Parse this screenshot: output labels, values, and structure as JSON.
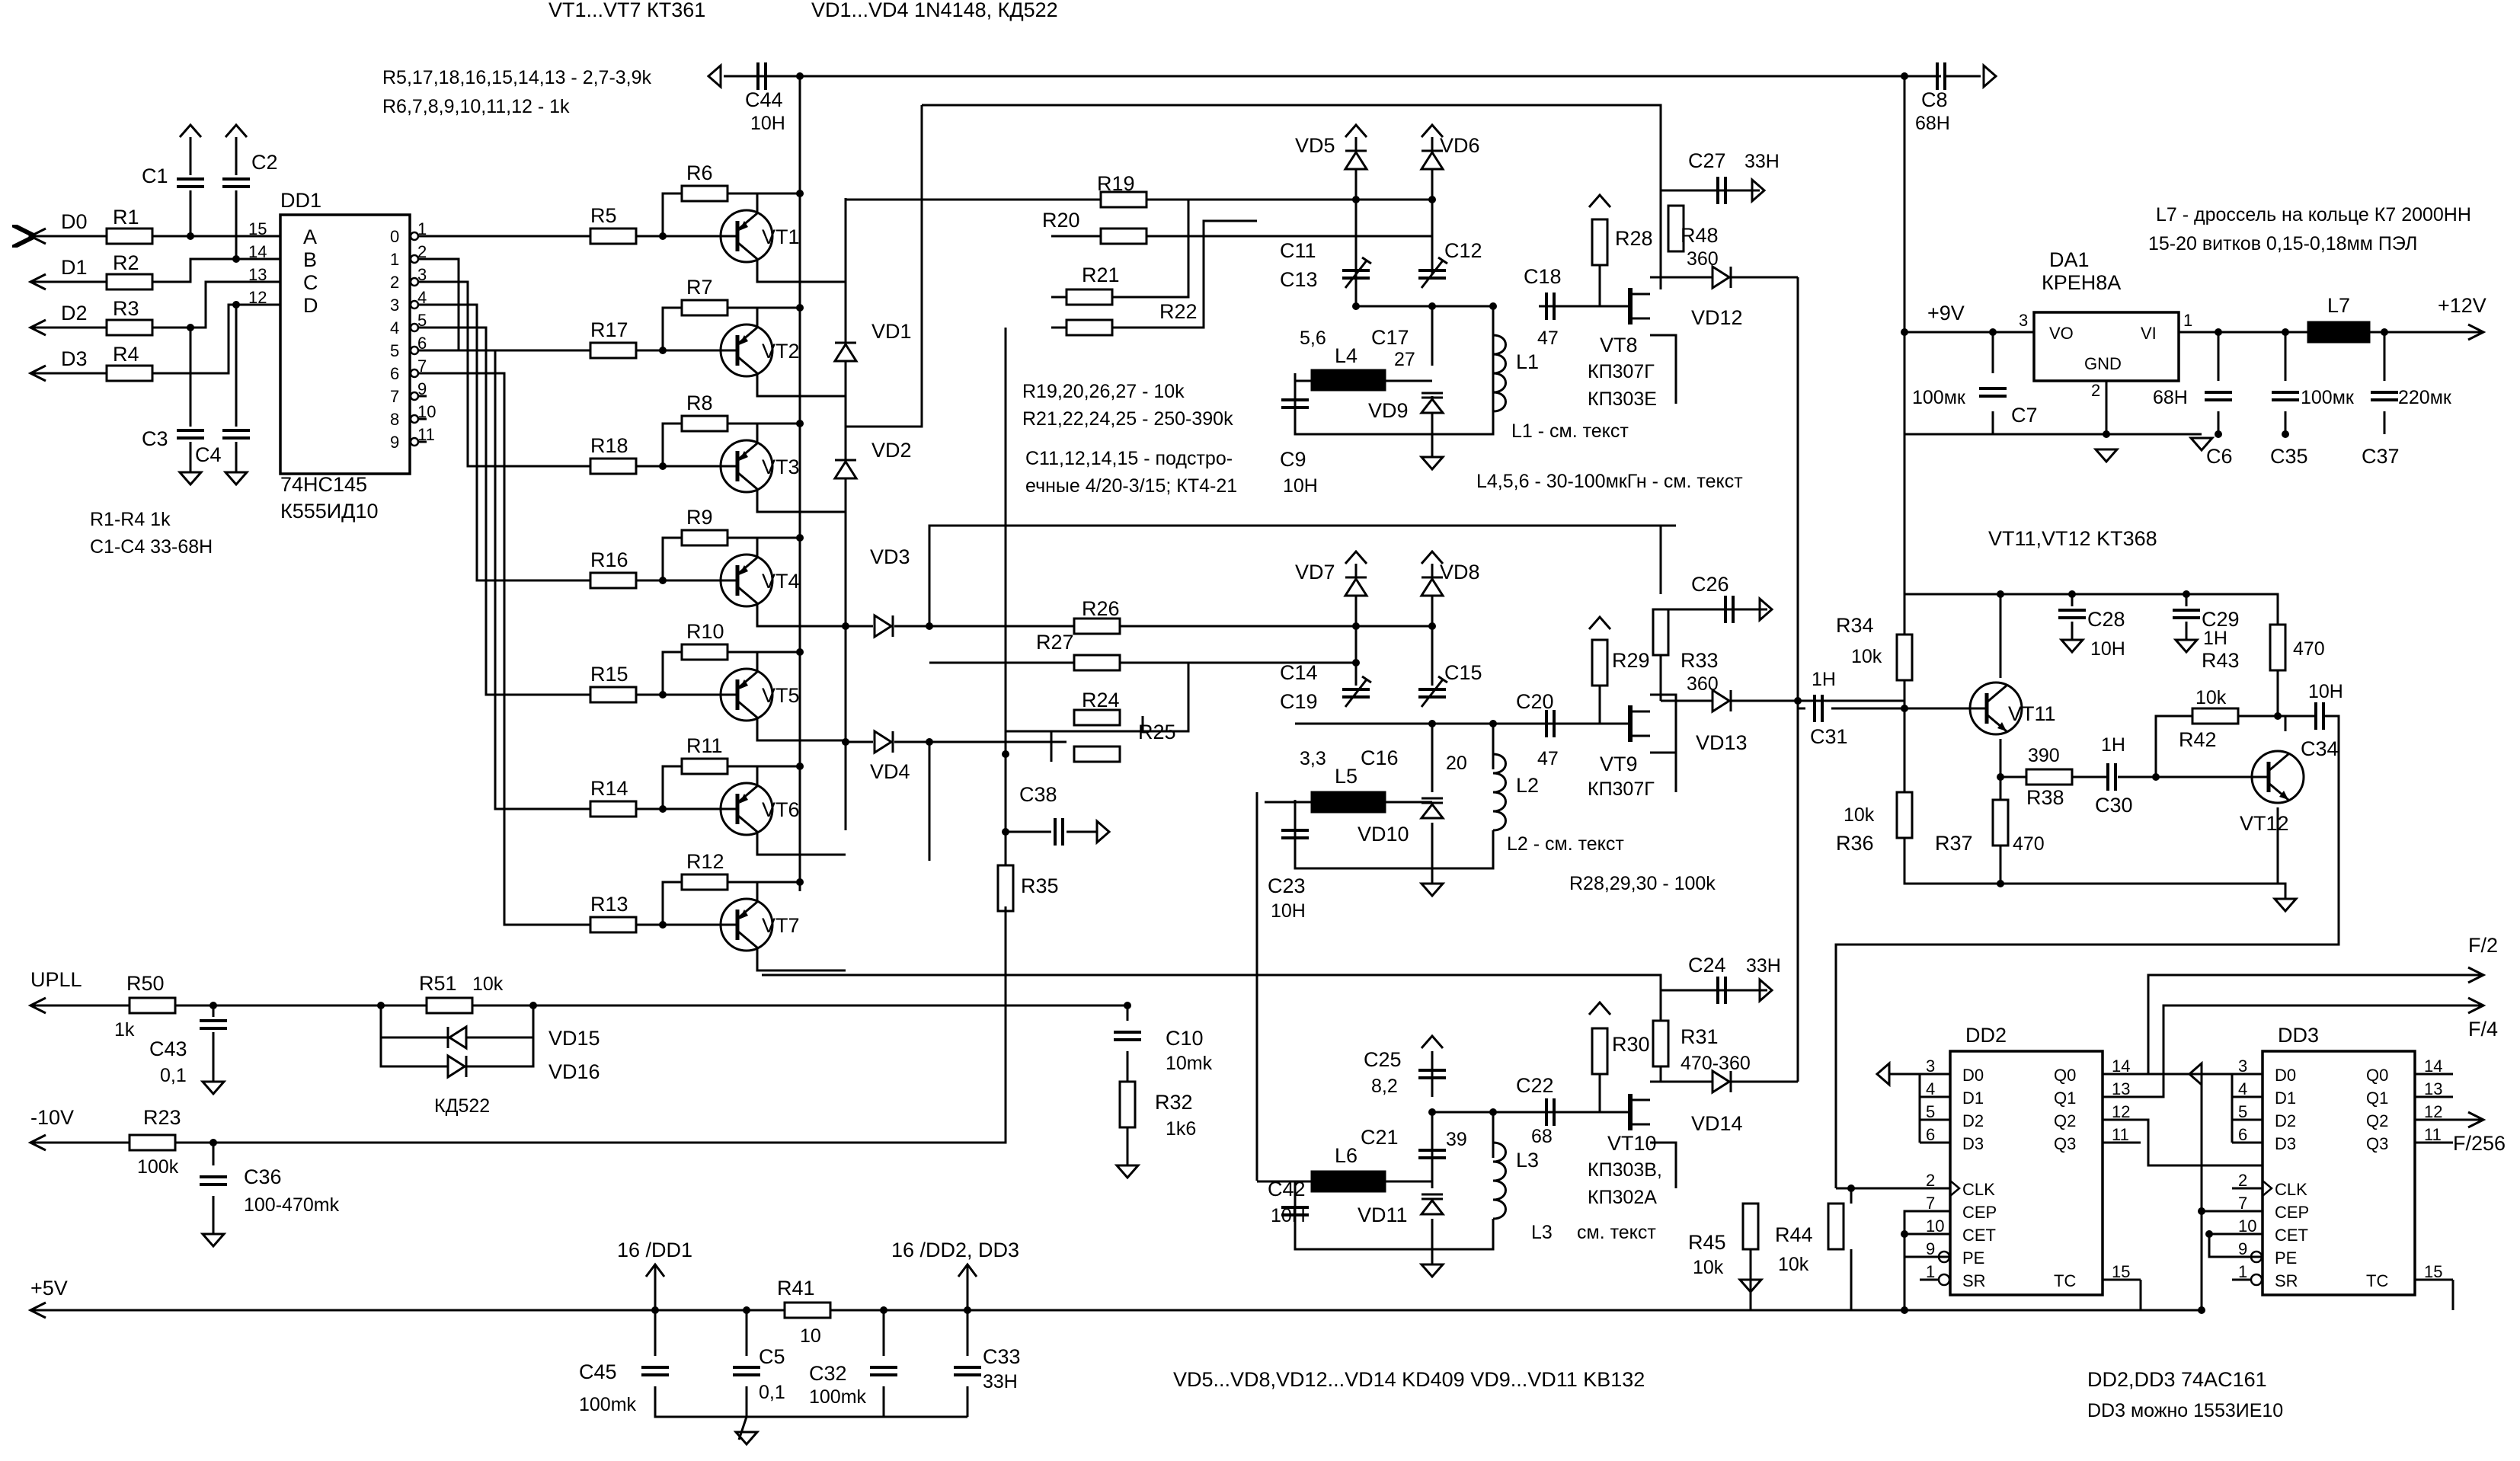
{
  "header": {
    "transistors": "VT1...VT7  КТ361",
    "diodes": "VD1...VD4  1N4148, КД522",
    "res_a": "R5,17,18,16,15,14,13 - 2,7-3,9k",
    "res_b": "R6,7,8,9,10,11,12 - 1k"
  },
  "dd1": {
    "name": "DD1",
    "inputs": [
      "A",
      "B",
      "C",
      "D"
    ],
    "in_pins": [
      "15",
      "14",
      "13",
      "12"
    ],
    "outputs": [
      "0",
      "1",
      "2",
      "3",
      "4",
      "5",
      "6",
      "7",
      "8",
      "9"
    ],
    "out_pins": [
      "1",
      "2",
      "3",
      "4",
      "5",
      "6",
      "7",
      "9",
      "10",
      "11"
    ],
    "type": "74HC145",
    "alt": "К555ИД10"
  },
  "data_lines": [
    "D0",
    "D1",
    "D2",
    "D3"
  ],
  "input_res": [
    "R1",
    "R2",
    "R3",
    "R4"
  ],
  "caps_left": [
    "C1",
    "C2",
    "C3",
    "C4"
  ],
  "note_r1r4": "R1-R4 1k",
  "note_c1c4": "C1-C4  33-68H",
  "base_res": [
    "R5",
    "R17",
    "R18",
    "R16",
    "R15",
    "R14",
    "R13"
  ],
  "pull_res": [
    "R6",
    "R7",
    "R8",
    "R9",
    "R10",
    "R11",
    "R12"
  ],
  "switch_transistors": [
    "VT1",
    "VT2",
    "VT3",
    "VT4",
    "VT5",
    "VT6",
    "VT7"
  ],
  "switch_diodes": [
    "VD1",
    "VD2",
    "VD3",
    "VD4"
  ],
  "c44": {
    "name": "C44",
    "value": "10H"
  },
  "c8": {
    "name": "C8",
    "value": "68H"
  },
  "vco1": {
    "r19": "R19",
    "r20": "R20",
    "r21": "R21",
    "r22": "R22",
    "vd5": "VD5",
    "vd6": "VD6",
    "vd9": "VD9",
    "c11": "C11",
    "c12": "C12",
    "c13": "C13",
    "c13_val": "5,6",
    "c17": "C17",
    "c17_val": "27",
    "l4": "L4",
    "c9": "C9",
    "c9_val": "10H",
    "c18": "C18",
    "c18_val": "47",
    "l1": "L1",
    "l1_note": "L1 - см. текст",
    "r28": "R28",
    "vt8": "VT8",
    "vt8_type": "КП307Г",
    "vt8_alt": "КП303Е",
    "r48": "R48",
    "r48_val": "360",
    "c27": "C27",
    "c27_val": "33H",
    "vd12": "VD12"
  },
  "note_res_vals": "R19,20,26,27 - 10k",
  "note_res_vals2": "R21,22,24,25 - 250-390k",
  "note_trim": "C11,12,14,15 - подстро-",
  "note_trim2": "ечные 4/20-3/15; КТ4-21",
  "note_l456": "L4,5,6 - 30-100мкГн - см. текст",
  "vco2": {
    "r26": "R26",
    "r27": "R27",
    "r24": "R24",
    "r25": "R25",
    "vd7": "VD7",
    "vd8": "VD8",
    "vd10": "VD10",
    "c14": "C14",
    "c15": "C15",
    "c19": "C19",
    "c19_val": "3,3",
    "c16": "C16",
    "c16_val": "20",
    "l5": "L5",
    "c23": "C23",
    "c23_val": "10H",
    "c20": "C20",
    "c20_val": "47",
    "l2": "L2",
    "l2_note": "L2 - см. текст",
    "r29": "R29",
    "vt9": "VT9",
    "vt9_type": "КП307Г",
    "r33": "R33",
    "r33_val": "360",
    "c26": "C26",
    "vd13": "VD13"
  },
  "note_r2830": "R28,29,30 - 100k",
  "c38": "C38",
  "r35": "R35",
  "vco3": {
    "c25": "C25",
    "c25_val": "8,2",
    "c21": "C21",
    "c21_val": "39",
    "l6": "L6",
    "c42": "C42",
    "c42_val": "10H",
    "vd11": "VD11",
    "c22": "C22",
    "c22_val": "68",
    "l3": "L3",
    "l3_note": "L3",
    "r30": "R30",
    "vt10": "VT10",
    "vt10_type": "КП303В,",
    "vt10_alt": "КП302А",
    "vt10_note": "см. текст",
    "r31": "R31",
    "r31_val": "470-360",
    "c24": "C24",
    "c24_val": "33H",
    "vd14": "VD14"
  },
  "c10": {
    "name": "C10",
    "value": "10mk"
  },
  "r32": {
    "name": "R32",
    "value": "1k6"
  },
  "upll": "UPLL",
  "r50": {
    "name": "R50",
    "value": "1k"
  },
  "c43": {
    "name": "C43",
    "value": "0,1"
  },
  "r51": {
    "name": "R51",
    "value": "10k"
  },
  "vd15": "VD15",
  "vd16": "VD16",
  "kd522": "КД522",
  "minus10": "-10V",
  "r23": {
    "name": "R23",
    "value": "100k"
  },
  "c36": {
    "name": "C36",
    "value": "100-470mk"
  },
  "plus5": "+5V",
  "pwr_dd1": "16 /DD1",
  "pwr_dd23": "16 /DD2, DD3",
  "r41": {
    "name": "R41",
    "value": "10"
  },
  "c45": {
    "name": "C45",
    "value": "100mk"
  },
  "c5": {
    "name": "C5",
    "value": "0,1"
  },
  "c32": {
    "name": "C32",
    "value": "100mk"
  },
  "c33": {
    "name": "C33",
    "value": "33H"
  },
  "note_vd": "VD5...VD8,VD12...VD14 KD409   VD9...VD11 KB132",
  "note_l7": "L7 - дроссель на кольце К7 2000НН",
  "note_l7b": "15-20 витков 0,15-0,18мм ПЭЛ",
  "da1": {
    "name": "DA1",
    "type": "КРЕН8А",
    "vo": "VO",
    "vi": "VI",
    "gnd": "GND",
    "p3": "3",
    "p1": "1",
    "p2": "2"
  },
  "plus9": "+9V",
  "plus12": "+12V",
  "l7": "L7",
  "c7": {
    "name": "C7",
    "value": "100мк"
  },
  "c6": {
    "name": "C6",
    "value": "68H"
  },
  "c35": {
    "name": "C35",
    "value": "100мк"
  },
  "c37": {
    "name": "C37",
    "value": "220мк"
  },
  "amp_note": "VT11,VT12  KT368",
  "r34": {
    "name": "R34",
    "value": "10k"
  },
  "c28": {
    "name": "C28",
    "value": "10H"
  },
  "c29": {
    "name": "C29",
    "value": "1H"
  },
  "r43": {
    "name": "R43",
    "value": "470"
  },
  "c31": {
    "name": "C31",
    "value": "1H"
  },
  "vt11": "VT11",
  "vt12": "VT12",
  "r42": {
    "name": "R42",
    "value": "10k"
  },
  "c34": {
    "name": "C34",
    "value": "10H"
  },
  "r38": {
    "name": "R38",
    "value": "390"
  },
  "c30": {
    "name": "C30",
    "value": "1H"
  },
  "r36": {
    "name": "R36",
    "value": "10k"
  },
  "r37": {
    "name": "R37",
    "value": "470"
  },
  "dd2": {
    "name": "DD2",
    "in": [
      "D0",
      "D1",
      "D2",
      "D3",
      "CLK",
      "CEP",
      "CET",
      "PE",
      "SR"
    ],
    "out": [
      "Q0",
      "Q1",
      "Q2",
      "Q3",
      "TC"
    ],
    "in_pins": [
      "3",
      "4",
      "5",
      "6",
      "2",
      "7",
      "10",
      "9",
      "1"
    ],
    "out_pins": [
      "14",
      "13",
      "12",
      "11",
      "15"
    ]
  },
  "dd3": {
    "name": "DD3",
    "in": [
      "D0",
      "D1",
      "D2",
      "D3",
      "CLK",
      "CEP",
      "CET",
      "PE",
      "SR"
    ],
    "out": [
      "Q0",
      "Q1",
      "Q2",
      "Q3",
      "TC"
    ],
    "in_pins": [
      "3",
      "4",
      "5",
      "6",
      "2",
      "7",
      "10",
      "9",
      "1"
    ],
    "out_pins": [
      "14",
      "13",
      "12",
      "11",
      "15"
    ]
  },
  "f2": "F/2",
  "f4": "F/4",
  "f256": "F/256",
  "r45": {
    "name": "R45",
    "value": "10k"
  },
  "r44": {
    "name": "R44",
    "value": "10k"
  },
  "note_dd": "DD2,DD3  74AC161",
  "note_dd3": "DD3 можно 1553ИЕ10"
}
